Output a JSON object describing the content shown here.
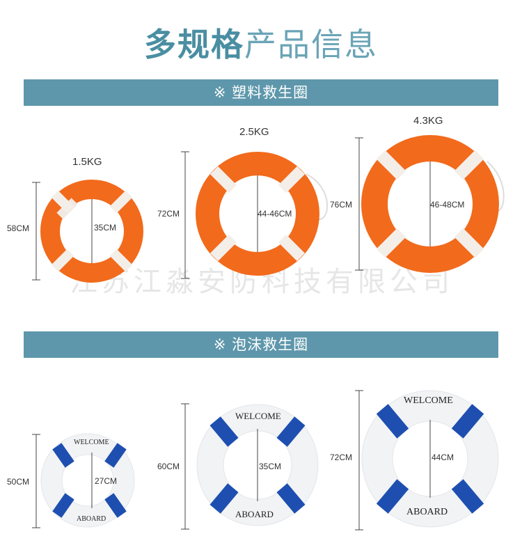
{
  "title": {
    "bold": "多规格",
    "light": "产品信息"
  },
  "sections": [
    {
      "label": "※ 塑料救生圈"
    },
    {
      "label": "※ 泡沫救生圈"
    }
  ],
  "watermark": "江苏江淼安防科技有限公司",
  "plastic_rings": [
    {
      "weight": "1.5KG",
      "outer": "58CM",
      "inner": "35CM"
    },
    {
      "weight": "2.5KG",
      "outer": "72CM",
      "inner": "44-46CM"
    },
    {
      "weight": "4.3KG",
      "outer": "76CM",
      "inner": "46-48CM"
    }
  ],
  "foam_rings": [
    {
      "outer": "50CM",
      "inner": "27CM",
      "top_text": "WELCOME",
      "bottom_text": "ABOARD"
    },
    {
      "outer": "60CM",
      "inner": "35CM",
      "top_text": "WELCOME",
      "bottom_text": "ABOARD"
    },
    {
      "outer": "72CM",
      "inner": "44CM",
      "top_text": "WELCOME",
      "bottom_text": "ABOARD"
    }
  ],
  "colors": {
    "header": "#5e97ab",
    "title": "#4a8ea2",
    "orange_ring": "#f26a1b",
    "foam_ring": "#ffffff",
    "foam_band": "#1e4fb0"
  }
}
